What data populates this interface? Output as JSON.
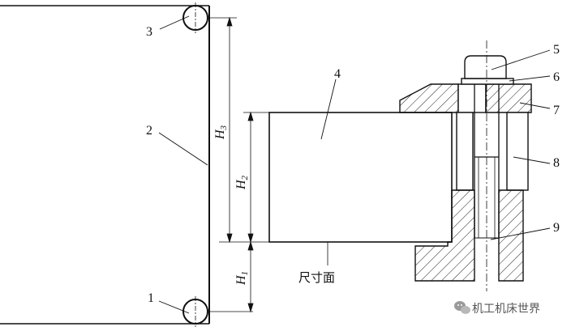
{
  "callouts": [
    {
      "id": "callout-1",
      "label": "1"
    },
    {
      "id": "callout-2",
      "label": "2"
    },
    {
      "id": "callout-3",
      "label": "3"
    },
    {
      "id": "callout-4",
      "label": "4"
    },
    {
      "id": "callout-5",
      "label": "5"
    },
    {
      "id": "callout-6",
      "label": "6"
    },
    {
      "id": "callout-7",
      "label": "7"
    },
    {
      "id": "callout-8",
      "label": "8"
    },
    {
      "id": "callout-9",
      "label": "9"
    }
  ],
  "dimensions": {
    "h3": {
      "letter": "H",
      "sub": "3"
    },
    "h2": {
      "letter": "H",
      "sub": "2"
    },
    "h1": {
      "letter": "H",
      "sub": "1"
    }
  },
  "size_surface_label": "尺寸面",
  "watermark": {
    "icon": "wechat-icon",
    "text": "机工机床世界"
  }
}
